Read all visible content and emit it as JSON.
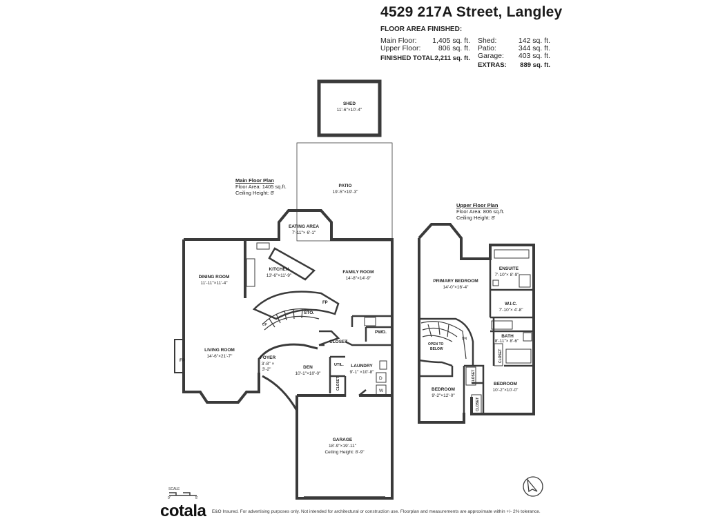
{
  "title": "4529 217A Street, Langley",
  "area": {
    "header": "FLOOR AREA FINISHED:",
    "main_label": "Main Floor:",
    "main_value": "1,405 sq. ft.",
    "upper_label": "Upper Floor:",
    "upper_value": "806 sq. ft.",
    "total_label": "FINISHED TOTAL:",
    "total_value": "2,211 sq. ft.",
    "shed_label": "Shed:",
    "shed_value": "142 sq. ft.",
    "patio_label": "Patio:",
    "patio_value": "344 sq. ft.",
    "garage_label": "Garage:",
    "garage_value": "403 sq. ft.",
    "extras_label": "EXTRAS:",
    "extras_value": "889 sq. ft."
  },
  "main_floor": {
    "heading": "Main Floor Plan",
    "area": "Floor Area: 1405 sq.ft.",
    "ceiling": "Ceiling Height: 8'"
  },
  "upper_floor": {
    "heading": "Upper Floor Plan",
    "area": "Floor Area: 806 sq.ft.",
    "ceiling": "Ceiling Height: 8'"
  },
  "rooms": {
    "shed": {
      "name": "SHED",
      "dim": "11'-6\"×10'-4\""
    },
    "patio": {
      "name": "PATIO",
      "dim": "19'-5\"×19'-3\""
    },
    "eating": {
      "name": "EATING AREA",
      "dim": "7'-11\"× 6'-1\""
    },
    "dining": {
      "name": "DINING ROOM",
      "dim": "11'-11\"×11'-4\""
    },
    "kitchen": {
      "name": "KITCHEN",
      "dim": "13'-6\"×11'-9\""
    },
    "family": {
      "name": "FAMILY ROOM",
      "dim": "14'-8\"×14'-9\""
    },
    "living": {
      "name": "LIVING ROOM",
      "dim": "14'-6\"×21'-7\""
    },
    "foyer": {
      "name": "FOYER",
      "dim1": "3'-8\" ×",
      "dim2": "3'-2\""
    },
    "den": {
      "name": "DEN",
      "dim": "10'-1\"×10'-0\""
    },
    "laundry": {
      "name": "LAUNDRY",
      "dim": "9'-1\" ×10'-8\""
    },
    "garage": {
      "name": "GARAGE",
      "dim": "18'-9\"×19'-11\"",
      "ceiling": "Ceiling Height: 8'-9\""
    },
    "primary": {
      "name": "PRIMARY BEDROOM",
      "dim": "14'-0\"×16'-4\""
    },
    "ensuite": {
      "name": "ENSUITE",
      "dim": "7'-10\"× 8'-9\""
    },
    "wic": {
      "name": "W.I.C.",
      "dim": "7'-10\"× 4'-8\""
    },
    "bath": {
      "name": "BATH",
      "dim": "8'-11\"× 8'-6\""
    },
    "bed2": {
      "name": "BEDROOM",
      "dim": "9'-2\"×12'-0\""
    },
    "bed3": {
      "name": "BEDROOM",
      "dim": "10'-2\"×10'-0\""
    }
  },
  "labels": {
    "sto": "STO.",
    "pwd": "PWD.",
    "closet": "CLOSET",
    "util": "UTIL.",
    "fp": "FP",
    "up": "UP",
    "dn": "DN",
    "open1": "OPEN TO",
    "open2": "BELOW",
    "d": "D",
    "w": "W"
  },
  "scale": {
    "label": "SCALE",
    "zero": "0'",
    "five": "5'"
  },
  "footer": {
    "logo": "cotala",
    "disclaimer": "E&O Insured. For advertising purposes only. Not intended for architectural or construction use. Floorplan and measurements are approximate within +/- 2% tolerance."
  },
  "colors": {
    "wall": "#3a3a3a",
    "text": "#222222"
  }
}
